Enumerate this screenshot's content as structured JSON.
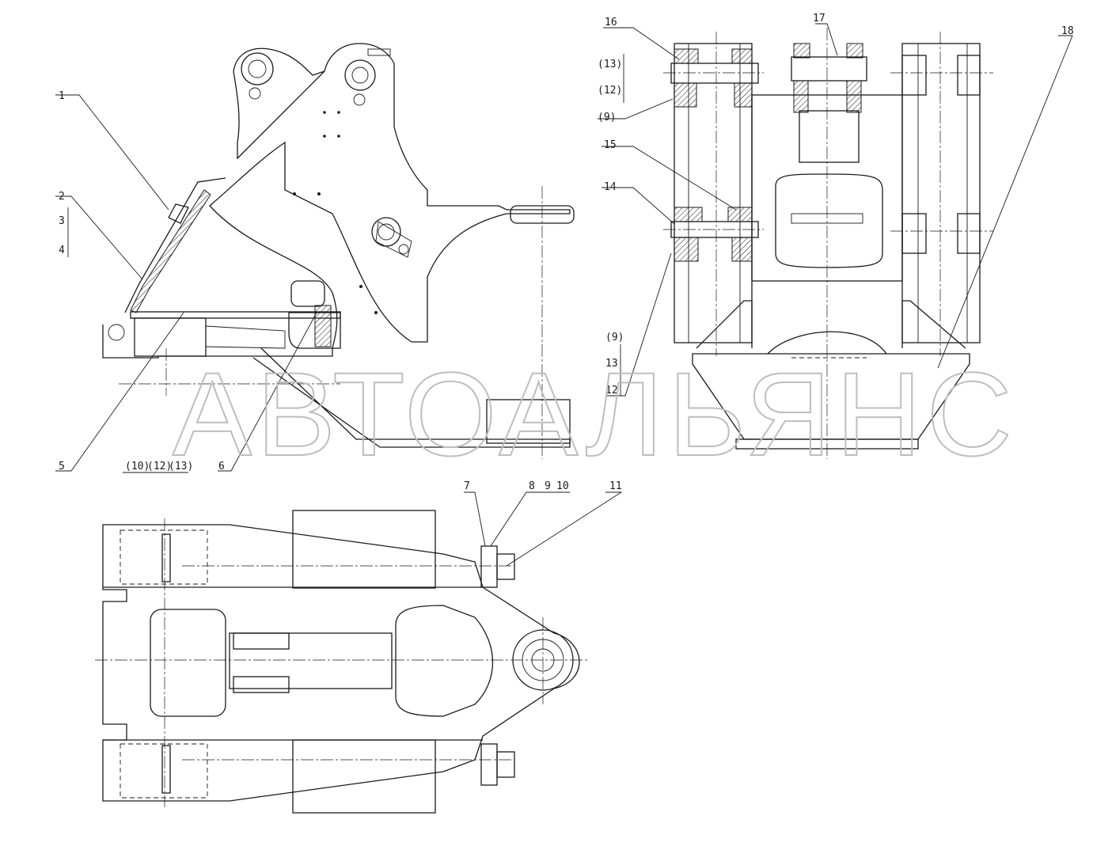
{
  "watermark": "АВТОАЛЬЯНС",
  "callouts": {
    "c1": "1",
    "c2": "2",
    "c3": "3",
    "c4": "4",
    "c5": "5",
    "c6": "6",
    "c7": "7",
    "c8": "8",
    "c9": "9",
    "c10": "10",
    "c11": "11",
    "c14": "14",
    "c15": "15",
    "c16": "16",
    "c17": "17",
    "c18": "18",
    "group_left_10": "(10)",
    "group_left_12": "(12)",
    "group_left_13": "(13)",
    "group_tr_13": "(13)",
    "group_tr_12": "(12)",
    "group_tr_9": "(9)",
    "group_mid_9": "(9)",
    "group_mid_13": "13",
    "group_mid_12": "12"
  }
}
